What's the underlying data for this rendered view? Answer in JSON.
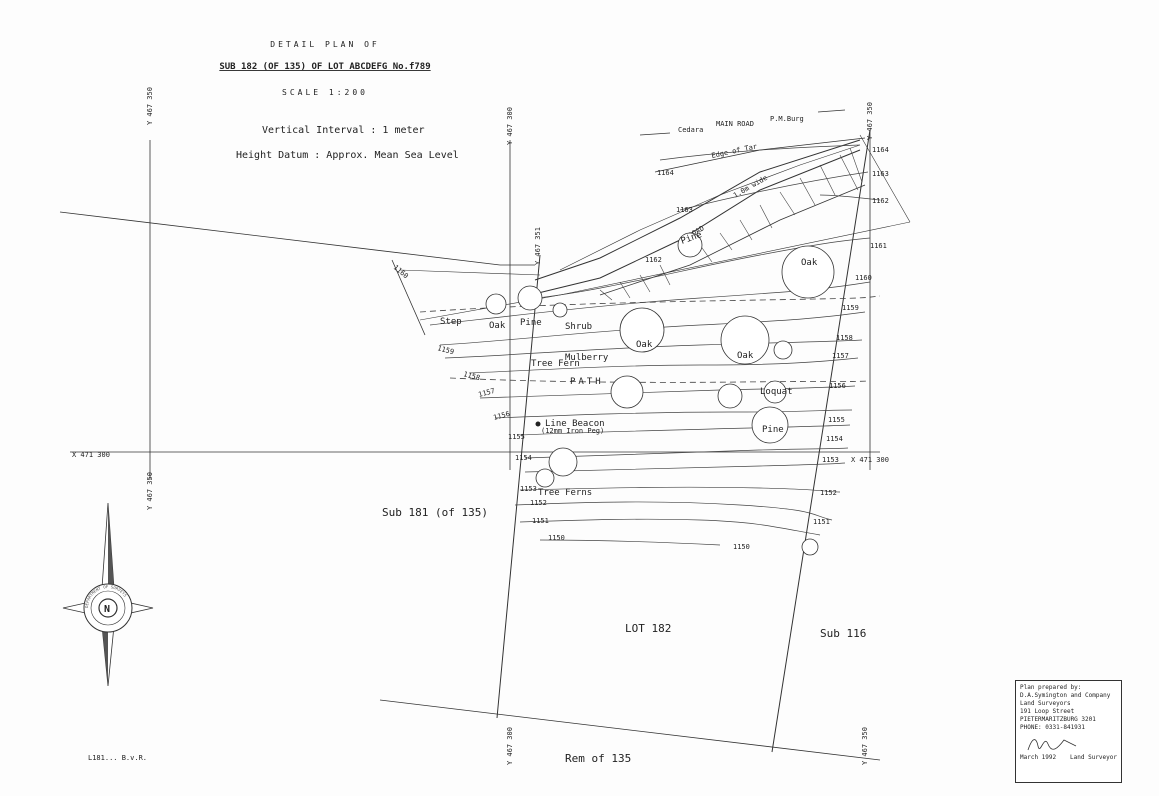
{
  "header": {
    "title": "DETAIL PLAN OF",
    "subtitle": "SUB 182 (OF 135) OF LOT ABCDEFG No.f789",
    "scale": "SCALE 1:200",
    "vertical_interval": "Vertical Interval : 1 meter",
    "height_datum": "Height Datum : Approx. Mean Sea Level"
  },
  "road": {
    "cedara": "Cedara",
    "main_road": "MAIN ROAD",
    "pmburg": "P.M.Burg",
    "edge_of_tar": "Edge of Tar",
    "road_label": "ROAD",
    "width_label": "1.0m wide"
  },
  "grid": {
    "y1": "Y 467 350",
    "y2": "Y 467 300",
    "y3": "Y 467 350",
    "x_left": "X 471 300",
    "x_right": "X 471 300",
    "y_bottom_left": "Y 467 300",
    "y_bottom_right": "Y 467 350",
    "y_left_lower": "Y 467 350",
    "y_mid": "Y 467 351"
  },
  "contours": {
    "c1164a": "1164",
    "c1164b": "1164",
    "c1163a": "1163",
    "c1163b": "1163",
    "c1162a": "1162",
    "c1162b": "1162",
    "c1161": "1161",
    "c1160a": "1160",
    "c1160b": "1160",
    "c1159a": "1159",
    "c1159b": "1159",
    "c1158a": "1158",
    "c1158b": "1158",
    "c1157a": "1157",
    "c1157b": "1157",
    "c1156a": "1156",
    "c1156b": "1156",
    "c1155a": "1155",
    "c1155b": "1155",
    "c1154a": "1154",
    "c1154b": "1154",
    "c1153a": "1153",
    "c1153b": "1153",
    "c1152a": "1152",
    "c1152b": "1152",
    "c1151a": "1151",
    "c1151b": "1151",
    "c1150a": "1150",
    "c1150b": "1150"
  },
  "features": {
    "step": "Step",
    "oak1": "Oak",
    "pine1": "Pine",
    "shrub": "Shrub",
    "oak2": "Oak",
    "oak3": "Oak",
    "oak4": "Oak",
    "pine2": "Pine",
    "mulberry": "Mulberry",
    "tree_fern": "Tree Fern",
    "path": "PATH",
    "loquat": "Loquat",
    "pine3": "Pine",
    "line_beacon": "Line Beacon",
    "iron_peg": "(12mm Iron Peg)",
    "tree_ferns": "Tree Ferns"
  },
  "parcels": {
    "sub181": "Sub 181 (of 135)",
    "lot182": "LOT 182",
    "sub116": "Sub 116",
    "rem135": "Rem of 135"
  },
  "footer_code": "L181... B.v.R.",
  "compass": {
    "ring_text": "DEPARTMENT OF SURVEYS"
  },
  "certificate": {
    "lines": [
      "Plan prepared by:",
      "D.A.Symington and Company",
      "Land Surveyors",
      "191 Loop Street",
      "PIETERMARITZBURG 3201",
      "PHONE: 0331-841931"
    ],
    "date": "March 1992",
    "role": "Land Surveyor"
  }
}
